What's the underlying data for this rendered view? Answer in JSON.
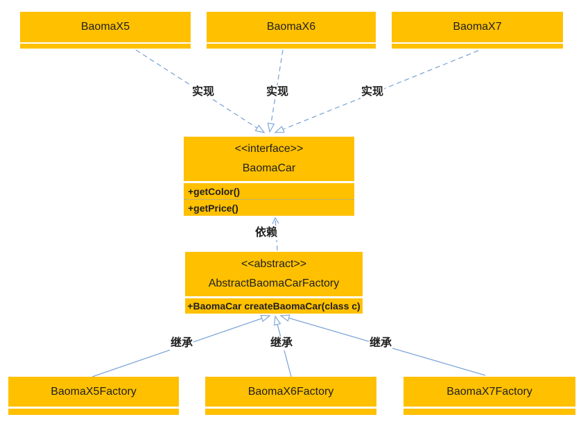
{
  "colors": {
    "box_fill": "#FFC000",
    "connector": "#7EA6D8",
    "text_color": "#1F1F1F"
  },
  "classes": {
    "top": [
      {
        "name": "BaomaX5"
      },
      {
        "name": "BaomaX6"
      },
      {
        "name": "BaomaX7"
      }
    ],
    "interface": {
      "stereotype": "<<interface>>",
      "name": "BaomaCar",
      "methods": [
        "+getColor()",
        "+getPrice()"
      ]
    },
    "abstract_factory": {
      "stereotype": "<<abstract>>",
      "name": "AbstractBaomaCarFactory",
      "methods": [
        "+BaomaCar createBaomaCar(class c)"
      ]
    },
    "factories": [
      {
        "name": "BaomaX5Factory"
      },
      {
        "name": "BaomaX6Factory"
      },
      {
        "name": "BaomaX7Factory"
      }
    ]
  },
  "edge_labels": {
    "realize": "实现",
    "depend": "依赖",
    "inherit": "继承"
  }
}
